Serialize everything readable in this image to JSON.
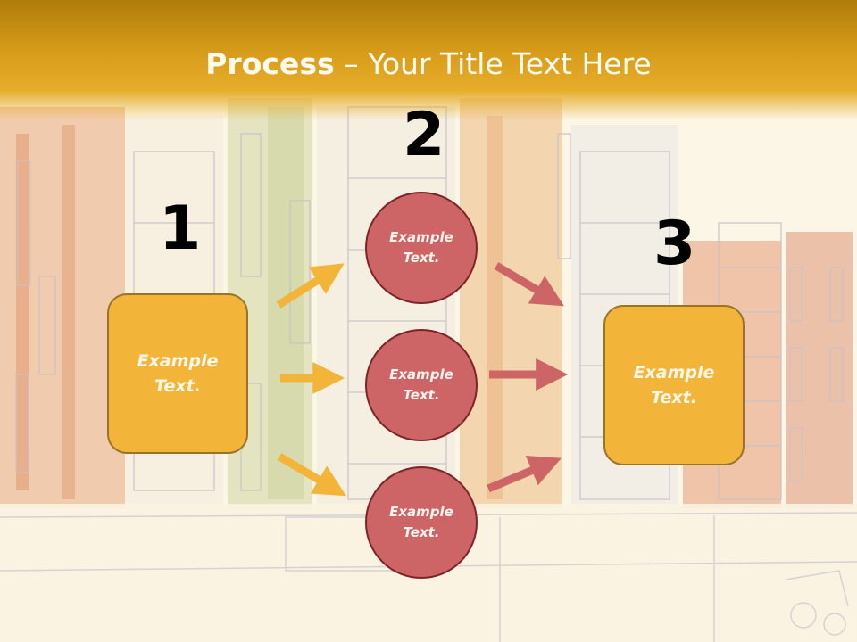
{
  "title": {
    "bold": "Process",
    "rest": " – Your Title Text Here"
  },
  "steps": [
    {
      "number": "1",
      "text": "Example Text."
    },
    {
      "number": "2",
      "items": [
        "Example Text.",
        "Example Text.",
        "Example Text."
      ]
    },
    {
      "number": "3",
      "text": "Example Text."
    }
  ],
  "colors": {
    "header": "#d89d1a",
    "box": "#f2b53a",
    "circle": "#cd6466",
    "arrow_left": "#f2b53a",
    "arrow_right": "#cd6466"
  }
}
